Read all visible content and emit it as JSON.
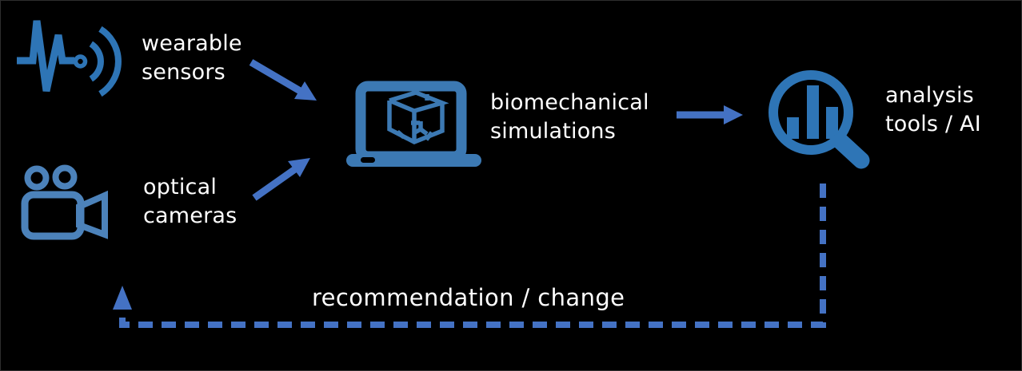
{
  "diagram": {
    "background": "#000000",
    "colors": {
      "icon_steel_blue": "#2E75B6",
      "laptop_blue": "#3C79B3",
      "camera_blue": "#4C82BA",
      "arrow_blue": "#4472C4",
      "text": "#FFFFFF"
    },
    "nodes": {
      "wearable_sensors": {
        "icon": "ecg-wireless-signal-icon",
        "lines": [
          "wearable",
          "sensors"
        ]
      },
      "optical_cameras": {
        "icon": "video-camera-icon",
        "lines": [
          "optical",
          "cameras"
        ]
      },
      "biomechanical_simulations": {
        "icon": "laptop-3d-cube-icon",
        "lines": [
          "biomechanical",
          "simulations"
        ]
      },
      "analysis_tools": {
        "icon": "magnifier-bar-chart-icon",
        "lines": [
          "analysis",
          "tools / AI"
        ]
      }
    },
    "edges": {
      "sensors_to_simulations": {
        "style": "solid-arrow",
        "direction": "down-right"
      },
      "cameras_to_simulations": {
        "style": "solid-arrow",
        "direction": "up-right"
      },
      "simulations_to_analysis": {
        "style": "solid-arrow",
        "direction": "right"
      },
      "feedback_loop": {
        "style": "dashed-arrow",
        "label": "recommendation / change",
        "from": "analysis_tools",
        "to": "optical_cameras"
      }
    }
  }
}
